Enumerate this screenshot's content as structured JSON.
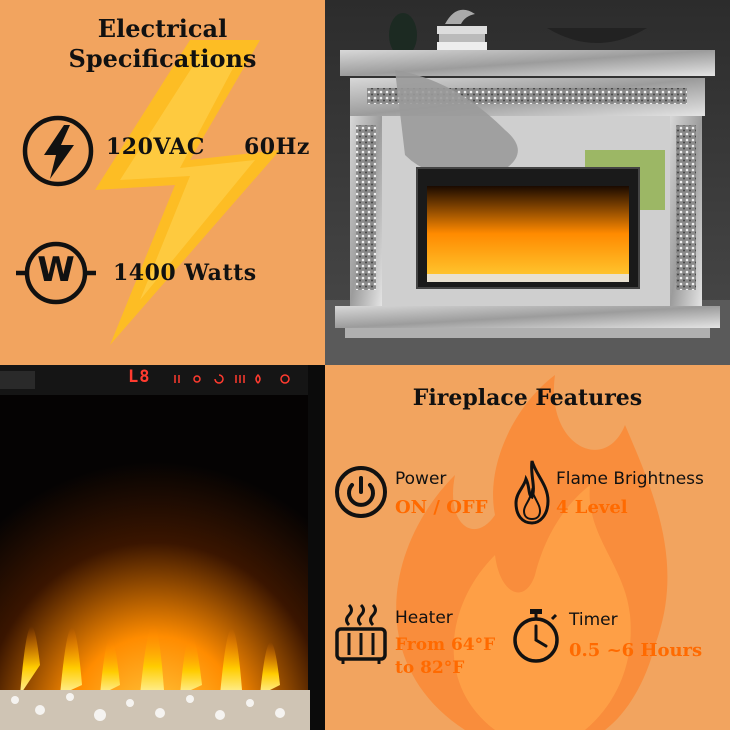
{
  "electrical": {
    "title_line1": "Electrical",
    "title_line2": "Specifications",
    "voltage": "120VAC",
    "frequency": "60Hz",
    "wattage": "1400 Watts",
    "watt_symbol": "W"
  },
  "panel_display": {
    "readout": "L8"
  },
  "features": {
    "title": "Fireplace Features",
    "power_label": "Power",
    "power_value": "ON / OFF",
    "flame_label": "Flame Brightness",
    "flame_value": "4 Level",
    "heater_label": "Heater",
    "heater_value_line1": "From 64°F",
    "heater_value_line2": "to 82°F",
    "timer_label": "Timer",
    "timer_value": "0.5 ~6 Hours"
  },
  "colors": {
    "panel_background": "#f2a45f",
    "accent_orange": "#ff6a00",
    "bolt_yellow": "#ffc21a",
    "text_dark": "#111111"
  }
}
